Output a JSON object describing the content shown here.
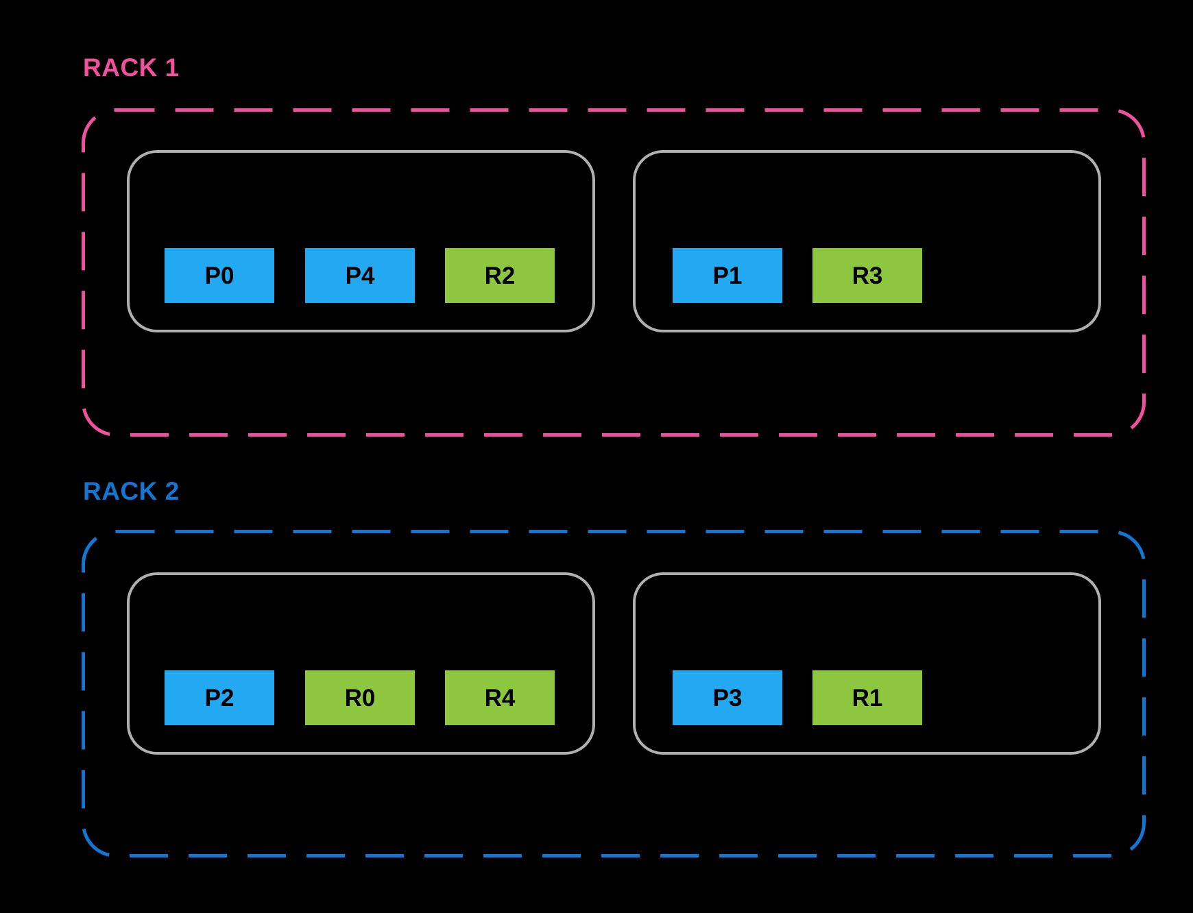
{
  "palette": {
    "canvas_bg": "#000000",
    "rack1_accent": "#F1519C",
    "rack2_accent": "#1276D2",
    "node_border": "#B0B0B0",
    "partition_primary": "#22A9F1",
    "partition_replica": "#8DC63F",
    "slot_text": "#000000"
  },
  "racks": [
    {
      "label": "RACK 1",
      "nodes": [
        {
          "slots": [
            {
              "label": "P0"
            },
            {
              "label": "P4"
            },
            {
              "label": "R2"
            }
          ]
        },
        {
          "slots": [
            {
              "label": "P1"
            },
            {
              "label": "R3"
            }
          ]
        }
      ]
    },
    {
      "label": "RACK 2",
      "nodes": [
        {
          "slots": [
            {
              "label": "P2"
            },
            {
              "label": "R0"
            },
            {
              "label": "R4"
            }
          ]
        },
        {
          "slots": [
            {
              "label": "P3"
            },
            {
              "label": "R1"
            }
          ]
        }
      ]
    }
  ]
}
